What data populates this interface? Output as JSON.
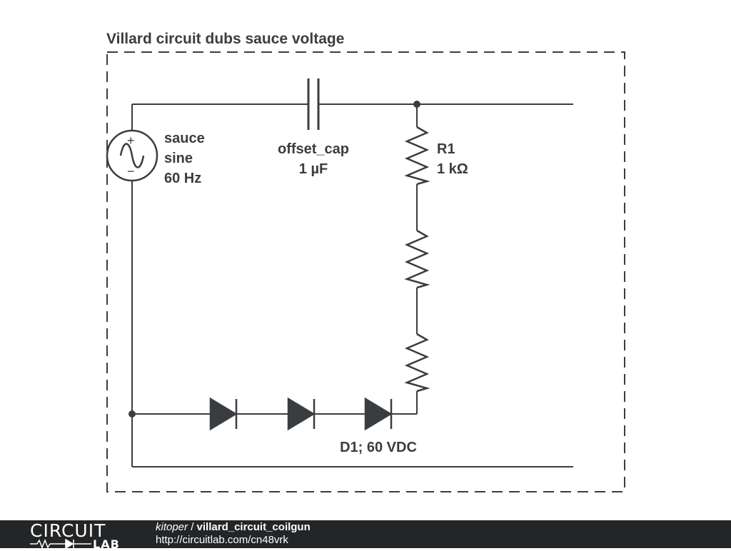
{
  "title": "Villard circuit dubs sauce voltage",
  "source": {
    "name_line1": "sauce",
    "name_line2": "sine",
    "name_line3": "60 Hz",
    "plus": "+",
    "minus": "−"
  },
  "capacitor": {
    "name": "offset_cap",
    "value": "1 µF"
  },
  "resistor": {
    "name": "R1",
    "value": "1 kΩ"
  },
  "diode": {
    "label": "D1; 60 VDC"
  },
  "colors": {
    "wire": "#3a3d40",
    "footer_bg": "#232527"
  },
  "footer": {
    "logo_top": "CIRCUIT",
    "logo_bottom": "LAB",
    "author": "kitoper",
    "separator": " / ",
    "project": "villard_circuit_coilgun",
    "url": "http://circuitlab.com/cn48vrk"
  }
}
